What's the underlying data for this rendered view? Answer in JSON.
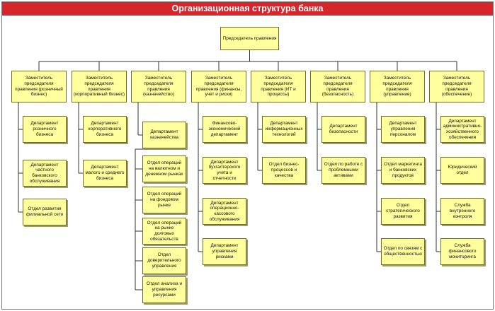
{
  "title": "Организационная структура банка",
  "colors": {
    "banner": "#d7262b",
    "box_fill": "#ffff9e",
    "box_border": "#6f6f2a",
    "line": "#333333"
  },
  "chairman": "Председатель правления",
  "deputies": [
    {
      "title": "Заместитель председателя правления (розничный бизнес)",
      "units": [
        "Департамент розничного бизнеса",
        "Департамент частного банковского обслуживания",
        "Отдел развития филиальной сети"
      ]
    },
    {
      "title": "Заместитель председателя правления (корпоративный бизнес)",
      "units": [
        "Департамент корпоративного бизнеса",
        "Департамент малого и среднего бизнеса"
      ]
    },
    {
      "title": "Заместитель председателя правления (казначейство)",
      "units": [
        "Департамент казначейства"
      ],
      "subunits": [
        "Отдел операций на валютном и денежном рынках",
        "Отдел операций на фондовом рынке",
        "Отдел операций на рынке долговых обязательств",
        "Отдел доверительного управления",
        "Отдел анализа и управления ресурсами"
      ]
    },
    {
      "title": "Заместитель председателя правления (финансы, учет и риски)",
      "units": [
        "Финансово-экономический департамент",
        "Департамент бухгалтерского учета и отчетности",
        "Департамент операционно-кассового обслуживания",
        "Департамент управления рисками"
      ]
    },
    {
      "title": "Заместитель председателя правления (ИТ и процессы)",
      "units": [
        "Департамент информационных технологий",
        "Отдел бизнес-процессов и качества"
      ]
    },
    {
      "title": "Заместитель председателя правления (безопасность)",
      "units": [
        "Департамент безопасности",
        "Отдел по работе с проблемными активами"
      ]
    },
    {
      "title": "Заместитель председателя правления (управление)",
      "units": [
        "Департамент управления персоналом",
        "Отдел маркетинга и банковских продуктов",
        "Отдел стратегического развития",
        "Отдел по связям с общественностью"
      ]
    },
    {
      "title": "Заместитель председателя правления (обеспечение)",
      "units": [
        "Департамент административно-хозяйственного обеспечения",
        "Юридический отдел",
        "Служба внутреннего контроля",
        "Служба финансового мониторинга"
      ]
    }
  ]
}
